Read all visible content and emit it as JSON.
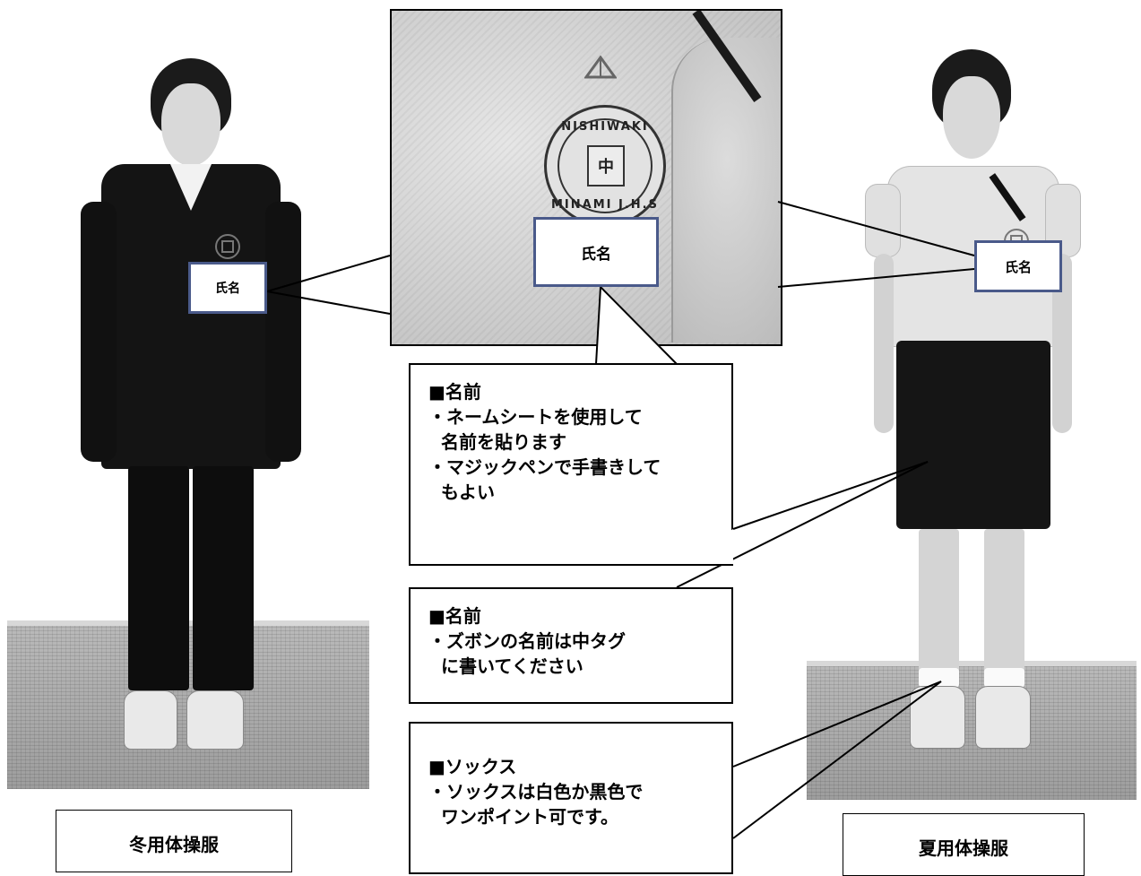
{
  "name_label": "氏名",
  "closeup": {
    "emblem_top": "NISHIWAKI",
    "emblem_bottom": "MINAMI J.H.S",
    "emblem_center": "中"
  },
  "callouts": [
    {
      "title": "■名前",
      "lines": [
        "・ネームシートを使用して",
        "名前を貼ります",
        "・マジックペンで手書きして",
        "もよい"
      ]
    },
    {
      "title": "■名前",
      "lines": [
        "・ズボンの名前は中タグ",
        "に書いてください"
      ]
    },
    {
      "title": "■ソックス",
      "lines": [
        "・ソックスは白色か黒色で",
        "ワンポイント可です。"
      ]
    }
  ],
  "captions": {
    "winter": "冬用体操服",
    "summer": "夏用体操服"
  },
  "colors": {
    "label_border": "#4a5a8a",
    "winter_garment": "#141414",
    "summer_shirt": "#e4e4e4",
    "summer_shorts": "#151515"
  }
}
